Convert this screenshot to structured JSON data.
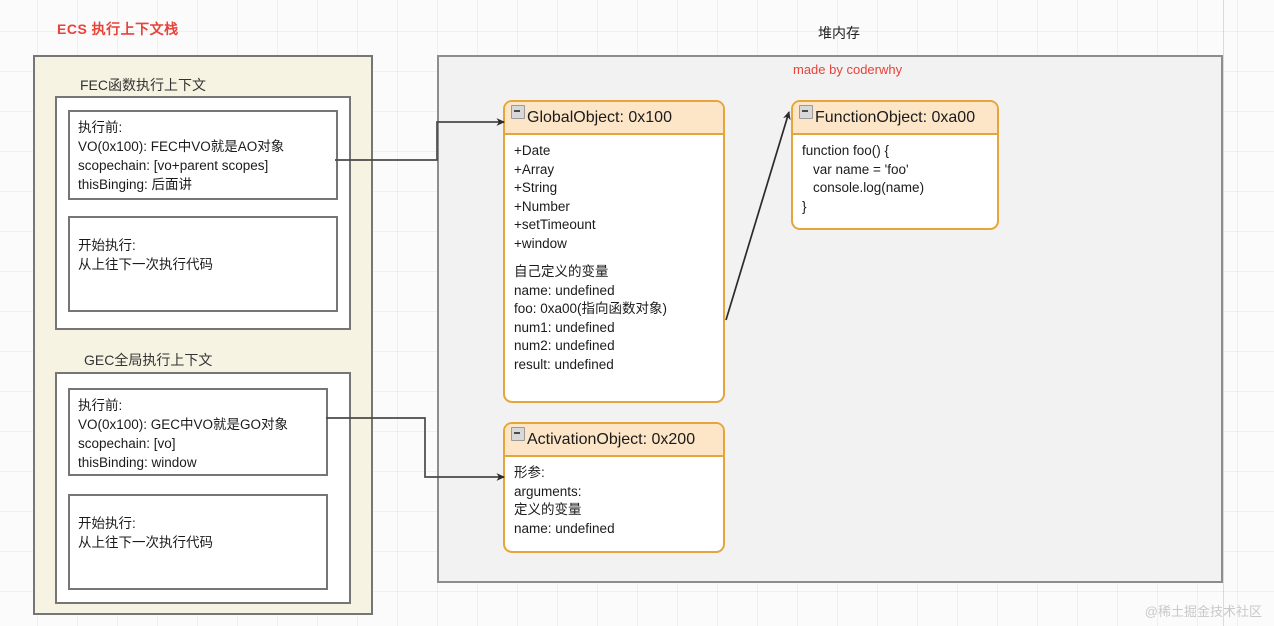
{
  "ecs": {
    "title": "ECS 执行上下文栈",
    "title_color": "#e8423a",
    "contexts": [
      {
        "label": "FEC函数执行上下文",
        "pre": {
          "lines": [
            "执行前:",
            "VO(0x100): FEC中VO就是AO对象",
            "scopechain: [vo+parent scopes]",
            "thisBinging: 后面讲"
          ]
        },
        "run": {
          "lines": [
            "开始执行:",
            "从上往下一次执行代码"
          ]
        }
      },
      {
        "label": "GEC全局执行上下文",
        "pre": {
          "lines": [
            "执行前:",
            "VO(0x100): GEC中VO就是GO对象",
            "scopechain: [vo]",
            "thisBinding: window"
          ]
        },
        "run": {
          "lines": [
            "开始执行:",
            "从上往下一次执行代码"
          ]
        }
      }
    ]
  },
  "heap": {
    "title": "堆内存",
    "credit": "made by coderwhy",
    "credit_color": "#e8423a",
    "objects": [
      {
        "name": "global-object",
        "title": "GlobalObject: 0x100",
        "icon": "collapse-minus-icon",
        "lines": [
          "+Date",
          "+Array",
          "+String",
          "+Number",
          "+setTimeount",
          "+window",
          "",
          "自己定义的变量",
          "name: undefined",
          "foo: 0xa00(指向函数对象)",
          "num1: undefined",
          "num2: undefined",
          "result: undefined"
        ]
      },
      {
        "name": "function-object",
        "title": "FunctionObject: 0xa00",
        "icon": "collapse-minus-icon",
        "lines": [
          "function foo() {",
          "var name = 'foo'",
          "console.log(name)",
          "}"
        ]
      },
      {
        "name": "activation-object",
        "title": "ActivationObject: 0x200",
        "icon": "collapse-minus-icon",
        "lines": [
          "形参:",
          "arguments:",
          "定义的变量",
          "name: undefined"
        ]
      }
    ]
  },
  "watermark": "@稀土掘金技术社区",
  "colors": {
    "accent_red": "#e8423a",
    "card_border": "#e5a53a",
    "card_header": "#fde5c8",
    "stack_fill": "#f6f3e3",
    "heap_fill": "#f2f2f2",
    "frame_border": "#767676"
  }
}
